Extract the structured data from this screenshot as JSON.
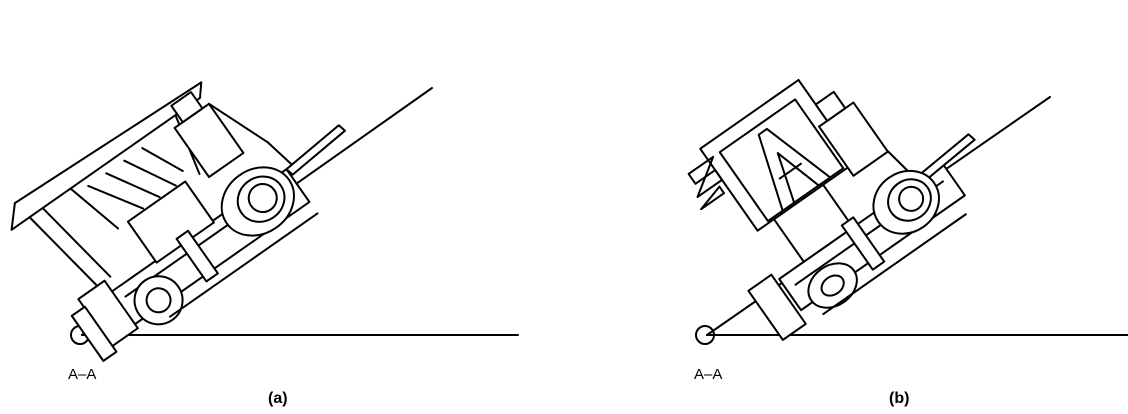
{
  "figures": [
    {
      "axis_label": "A–A",
      "caption": "(a)"
    },
    {
      "axis_label": "A–A",
      "caption": "(b)"
    }
  ],
  "colors": {
    "line": "#000000",
    "background": "#ffffff"
  }
}
